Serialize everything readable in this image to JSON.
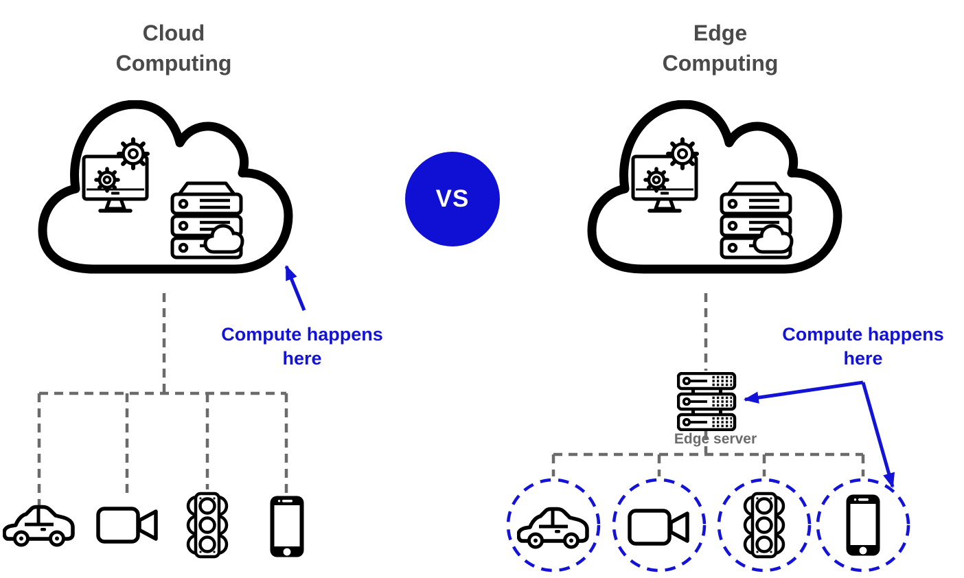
{
  "vs_badge": {
    "label": "VS"
  },
  "left_panel": {
    "title_line1": "Cloud",
    "title_line2": "Computing",
    "annotation_line1": "Compute happens",
    "annotation_line2": "here",
    "devices": [
      "car",
      "video-camera",
      "traffic-light",
      "smartphone"
    ]
  },
  "right_panel": {
    "title_line1": "Edge",
    "title_line2": "Computing",
    "annotation_line1": "Compute happens",
    "annotation_line2": "here",
    "edge_server_label": "Edge server",
    "devices": [
      "car",
      "video-camera",
      "traffic-light",
      "smartphone"
    ]
  },
  "colors": {
    "accent_blue": "#1313d8",
    "title_gray": "#4a4a4a",
    "connector_gray": "#6b6b6b",
    "icon_black": "#000000",
    "background": "#ffffff"
  }
}
